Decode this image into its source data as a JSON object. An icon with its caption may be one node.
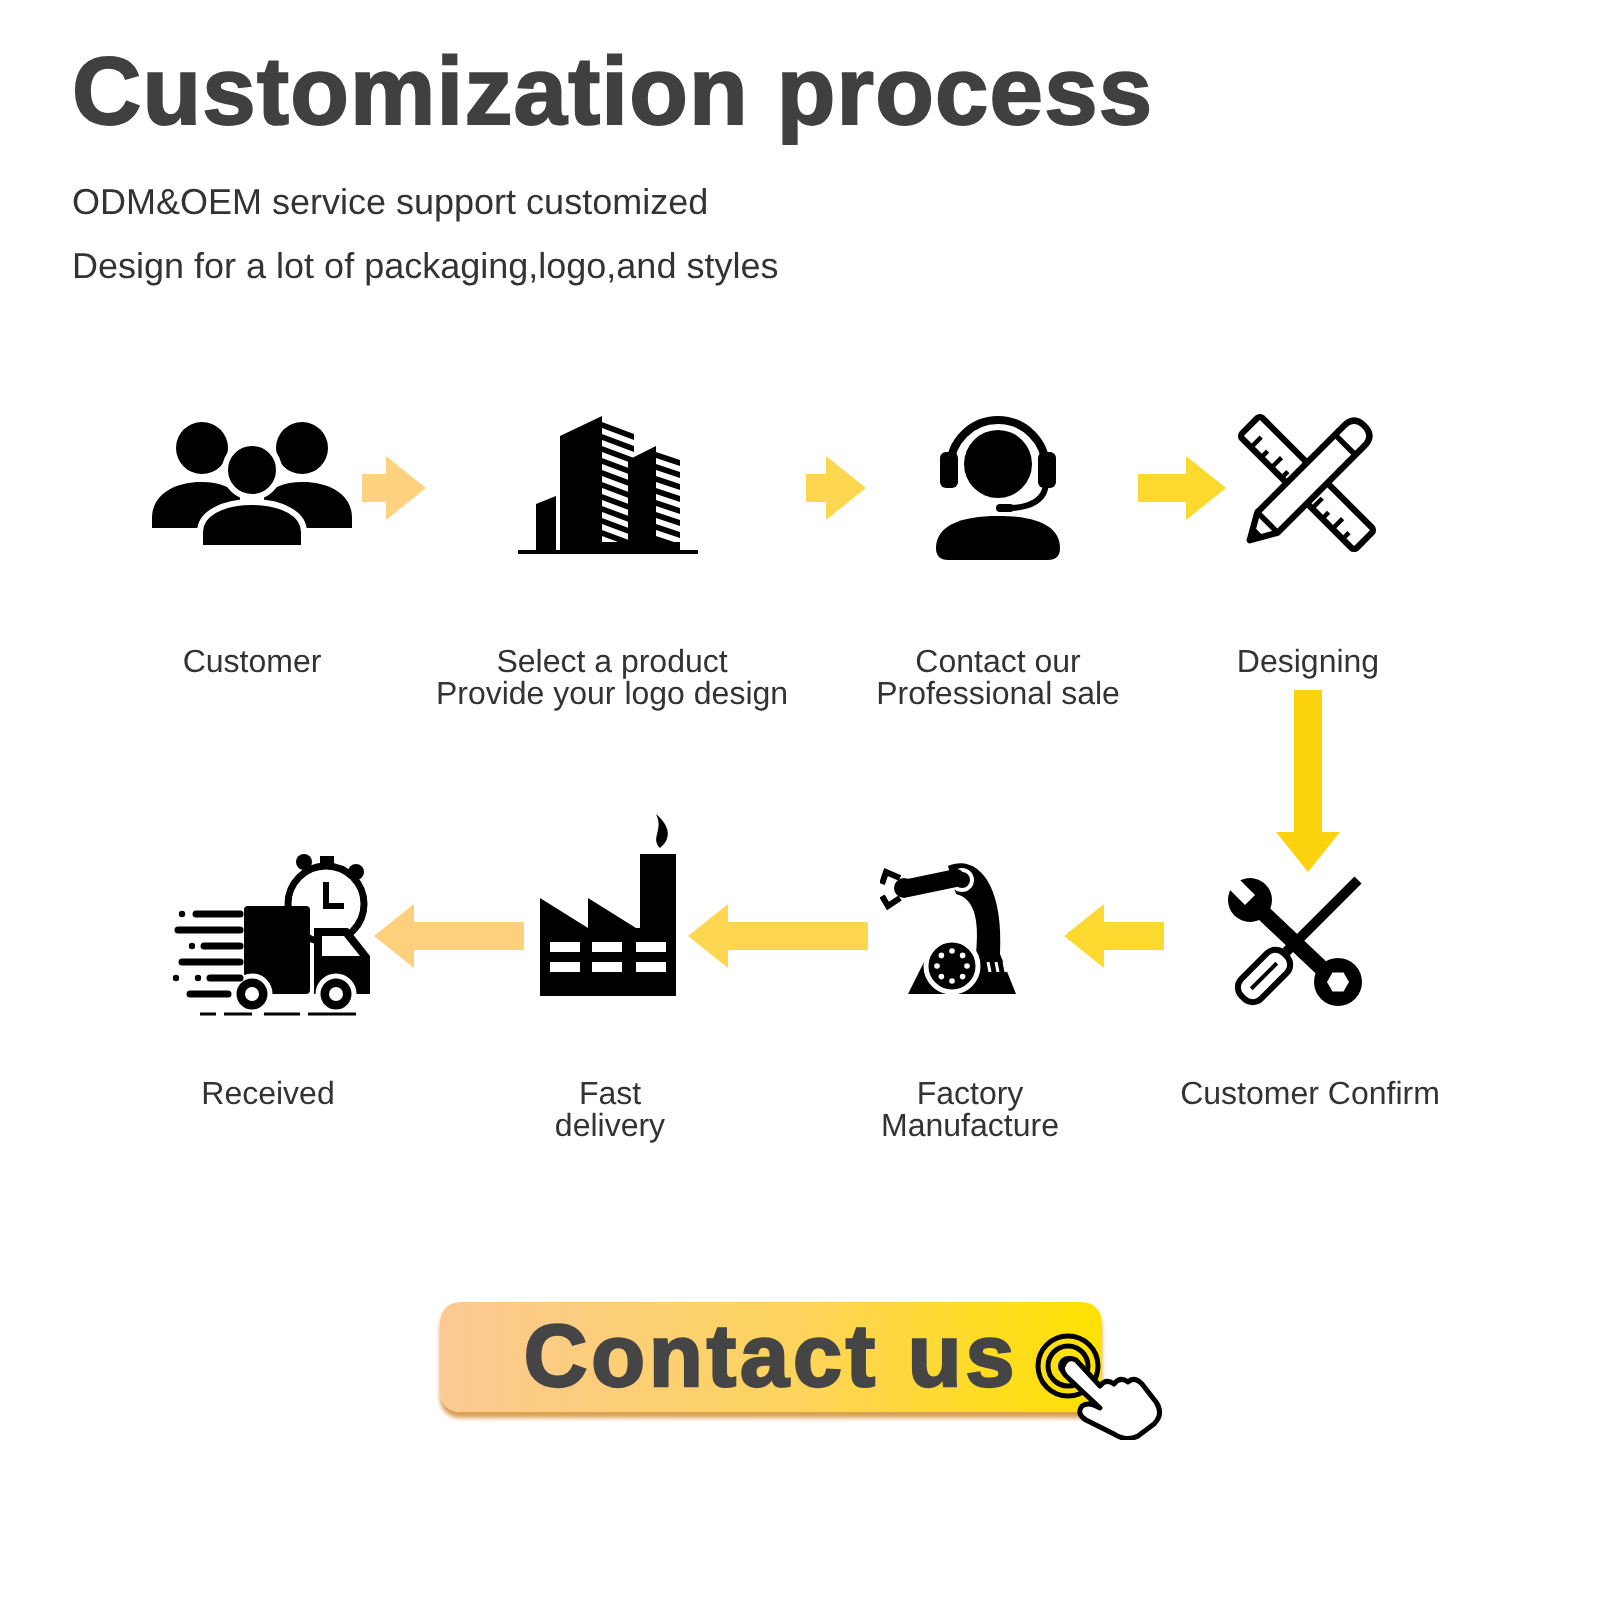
{
  "diagram": {
    "title": "Customization process",
    "nodes": [
      {
        "text": [
          "Customer"
        ]
      },
      {
        "text": [
          "Select a product",
          "Provide your logo design"
        ]
      },
      {
        "text": [
          "Contact our Professional sale"
        ]
      },
      {
        "text": [
          "Designing"
        ]
      },
      {
        "text": [
          "Received"
        ]
      },
      {
        "text": [
          "Fast delivery"
        ]
      },
      {
        "text": [
          "Factory Manufacture"
        ]
      },
      {
        "text": [
          "Customer Confirm"
        ]
      }
    ],
    "edges": [
      {
        "from": 0,
        "to": 1,
        "arrow": "to",
        "color": "#fed27e"
      },
      {
        "from": 1,
        "to": 2,
        "arrow": "to",
        "color": "#fed650"
      },
      {
        "from": 2,
        "to": 3,
        "arrow": "to",
        "color": "#fdd92e"
      },
      {
        "from": 3,
        "to": 7,
        "arrow": "to",
        "color": "#fcd20f"
      },
      {
        "from": 7,
        "to": 6,
        "arrow": "to",
        "color": "#fdd82f"
      },
      {
        "from": 6,
        "to": 5,
        "arrow": "to",
        "color": "#fed650"
      },
      {
        "from": 5,
        "to": 4,
        "arrow": "to",
        "color": "#fed07c"
      }
    ],
    "labels": [
      "ODM&OEM service support customized",
      "Design for a lot of packaging,logo,and styles",
      "Contact us"
    ]
  }
}
